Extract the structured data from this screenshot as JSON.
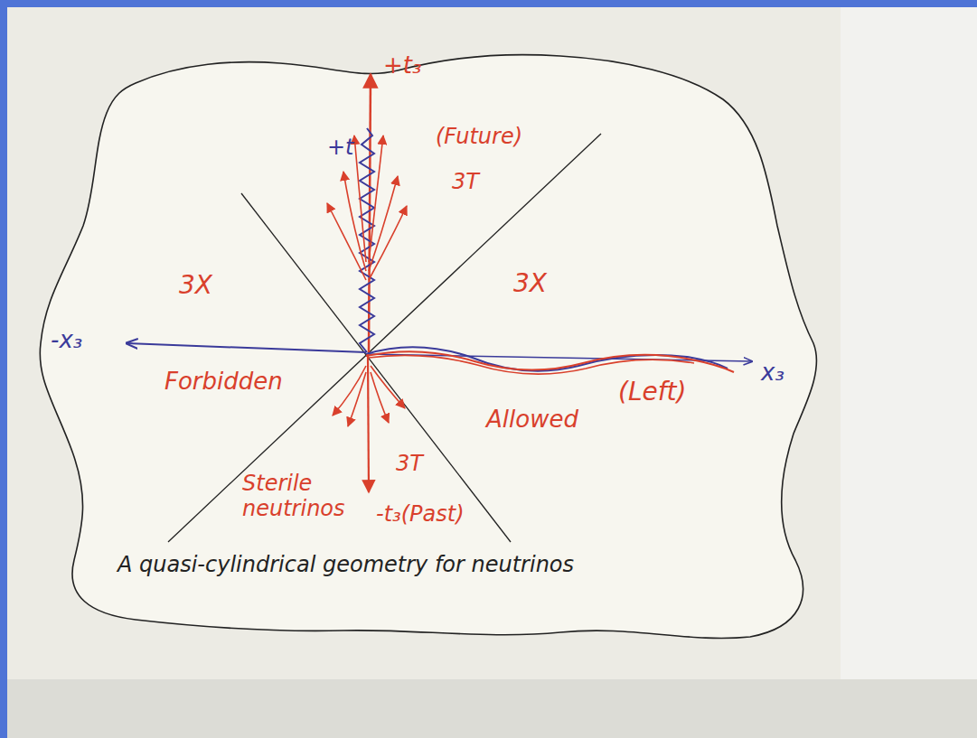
{
  "diagram": {
    "caption": "A quasi-cylindrical geometry for neutrinos",
    "labels": [
      "+t₃",
      "+t",
      "(Future)",
      "3T",
      "3X",
      "3X",
      "-x₃",
      "Forbidden",
      "x₃",
      "(Left)",
      "Allowed",
      "Sterile neutrinos",
      "3T",
      "-t₃(Past)"
    ]
  }
}
